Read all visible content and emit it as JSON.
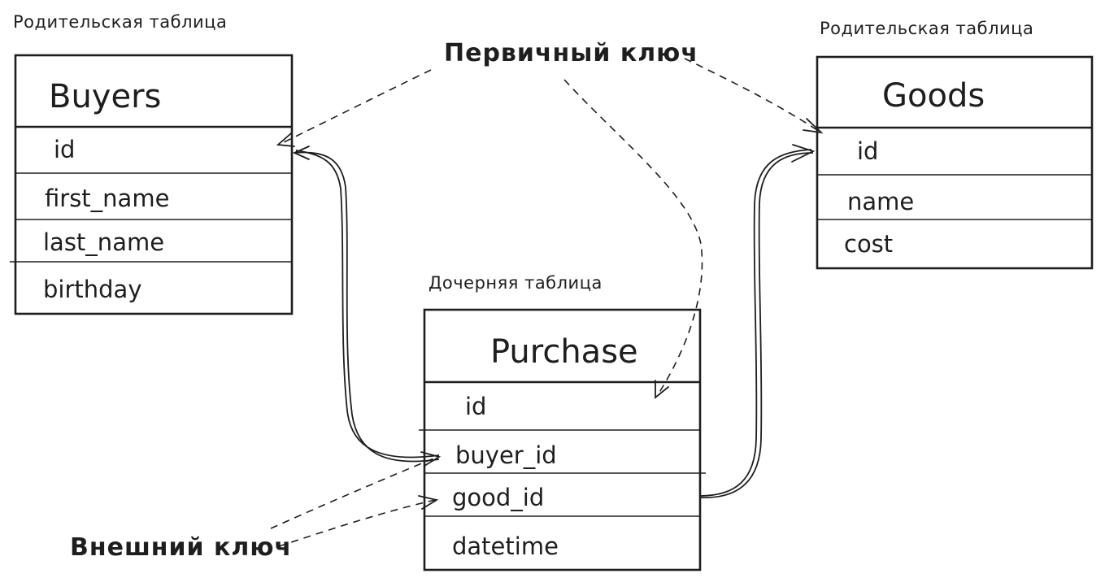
{
  "tables": {
    "buyers": {
      "caption": "Родительская таблица",
      "title": "Buyers",
      "fields": [
        "id",
        "first_name",
        "last_name",
        "birthday"
      ]
    },
    "goods": {
      "caption": "Родительская таблица",
      "title": "Goods",
      "fields": [
        "id",
        "name",
        "cost"
      ]
    },
    "purchase": {
      "caption": "Дочерняя таблица",
      "title": "Purchase",
      "fields": [
        "id",
        "buyer_id",
        "good_id",
        "datetime"
      ]
    }
  },
  "notes": {
    "primary_key": "Первичный ключ",
    "foreign_key": "Внешний ключ"
  }
}
